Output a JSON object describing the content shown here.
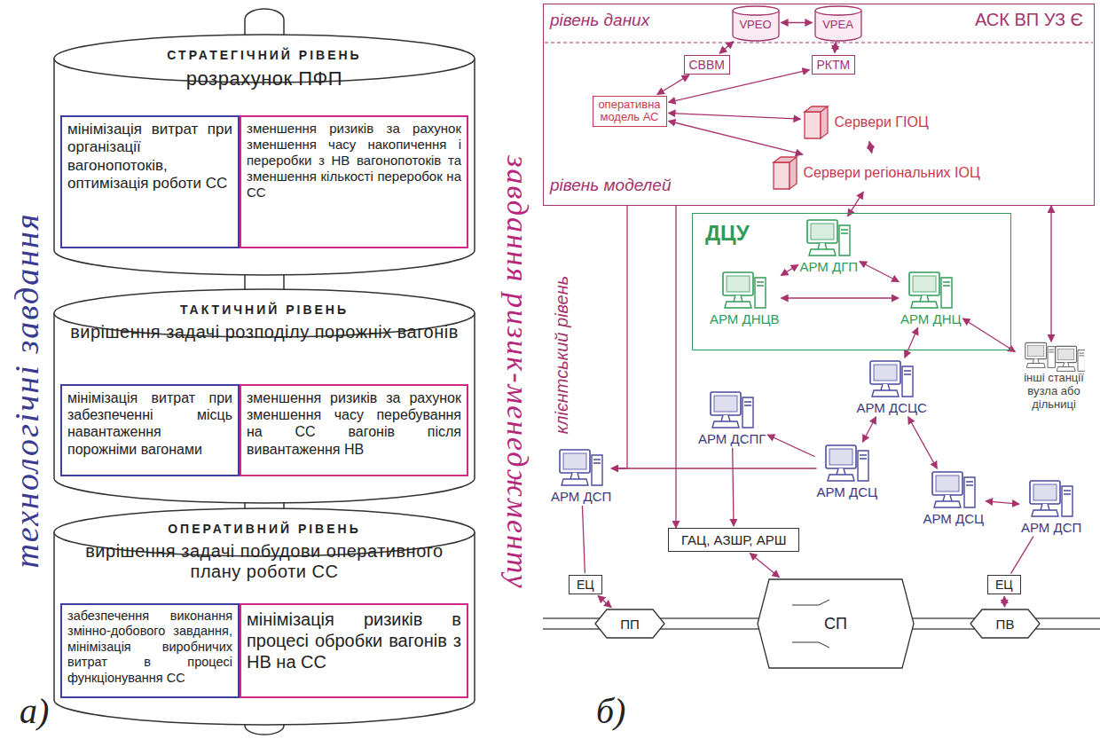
{
  "diagram": {
    "nodes": [
      {
        "text": [
          "СТРАТЕГІЧНИЙ РІВЕНЬ",
          "розрахунок ПФП"
        ]
      },
      {
        "text": [
          "мінімізація витрат при організації вагонопотоків, оптимізація роботи СС"
        ],
        "in": 0
      },
      {
        "text": [
          "зменшення ризиків за рахунок зменшення часу накопичення і переробки з НВ вагонопотоків та зменшення кількості переробок на СС"
        ],
        "in": 0
      },
      {
        "text": [
          "ТАКТИЧНИЙ РІВЕНЬ",
          "вирішення задачі розподілу порожніх вагонів"
        ]
      },
      {
        "text": [
          "мінімізація витрат при забезпеченні місць навантаження порожніми вагонами"
        ],
        "in": 3
      },
      {
        "text": [
          "зменшення ризиків за рахунок зменшення часу перебування на СС вагонів після вивантаження НВ"
        ],
        "in": 3
      },
      {
        "text": [
          "ОПЕРАТИВНИЙ РІВЕНЬ",
          "вирішення задачі побудови оперативного плану роботи СС"
        ]
      },
      {
        "text": [
          "забезпечення виконання змінно-добового завдання, мінімізація виробничих витрат в процесі функціонування СС"
        ],
        "in": 6
      },
      {
        "text": [
          "мінімізація ризиків в процесі обробки вагонів з НВ на СС"
        ],
        "in": 6
      },
      {
        "text": [
          "АСК ВП УЗ Є"
        ]
      },
      {
        "text": [
          "VPEO"
        ],
        "in": 9
      },
      {
        "text": [
          "VPEA"
        ],
        "in": 9
      },
      {
        "text": [
          "СВВМ"
        ],
        "in": 9
      },
      {
        "text": [
          "РКТМ"
        ],
        "in": 9
      },
      {
        "text": [
          "оперативна модель АС"
        ],
        "in": 9
      },
      {
        "text": [
          "Сервери ГІОЦ"
        ],
        "in": 9
      },
      {
        "text": [
          "Сервери регіональних ІОЦ"
        ],
        "in": 9
      },
      {
        "text": [
          "ДЦУ"
        ]
      },
      {
        "text": [
          "АРМ ДГП"
        ],
        "in": 17
      },
      {
        "text": [
          "АРМ ДНЦВ"
        ],
        "in": 17
      },
      {
        "text": [
          "АРМ ДНЦ"
        ],
        "in": 17
      },
      {
        "text": [
          "інші станції вузла або дільниці"
        ]
      },
      {
        "text": [
          "АРМ ДСЦС"
        ]
      },
      {
        "text": [
          "АРМ ДСПГ"
        ]
      },
      {
        "text": [
          "АРМ ДСЦ"
        ]
      },
      {
        "text": [
          "АРМ ДСЦ"
        ]
      },
      {
        "text": [
          "АРМ ДСП"
        ]
      },
      {
        "text": [
          "ГАЦ, АЗШР, АРШ"
        ]
      },
      {
        "text": [
          "АРМ ДСП"
        ]
      },
      {
        "text": [
          "ЕЦ"
        ]
      },
      {
        "text": [
          "ЕЦ"
        ]
      },
      {
        "text": [
          "ПП"
        ]
      },
      {
        "text": [
          "СП"
        ]
      },
      {
        "text": [
          "ПВ"
        ]
      }
    ],
    "edges": [
      {
        "from": 10,
        "to": 11,
        "arrow": "both"
      },
      {
        "from": 12,
        "to": 10,
        "arrow": "both"
      },
      {
        "from": 13,
        "to": 11,
        "arrow": "both"
      },
      {
        "from": 12,
        "to": 14,
        "arrow": "both"
      },
      {
        "from": 13,
        "to": 14,
        "arrow": "both"
      },
      {
        "from": 14,
        "to": 15,
        "arrow": "both"
      },
      {
        "from": 14,
        "to": 16,
        "arrow": "both"
      },
      {
        "from": 15,
        "to": 16,
        "arrow": "both"
      },
      {
        "from": 16,
        "to": 18,
        "arrow": "both"
      },
      {
        "from": 18,
        "to": 19,
        "arrow": "both"
      },
      {
        "from": 18,
        "to": 20,
        "arrow": "both"
      },
      {
        "from": 19,
        "to": 20,
        "arrow": "both"
      },
      {
        "from": 20,
        "to": 22,
        "arrow": "both"
      },
      {
        "from": 20,
        "to": 21,
        "arrow": "both"
      },
      {
        "from": 22,
        "to": 24,
        "arrow": "both"
      },
      {
        "from": 22,
        "to": 25,
        "arrow": "both"
      },
      {
        "from": 24,
        "to": 23,
        "arrow": "to"
      },
      {
        "from": 24,
        "to": 26,
        "arrow": "to"
      },
      {
        "from": 25,
        "to": 28,
        "arrow": "both"
      },
      {
        "from": 23,
        "to": 27,
        "arrow": "to"
      },
      {
        "from": 9,
        "to": 26,
        "arrow": "to"
      },
      {
        "from": 9,
        "to": 27,
        "arrow": "to"
      },
      {
        "from": 9,
        "to": 21,
        "arrow": "both"
      },
      {
        "from": 26,
        "to": 29,
        "arrow": "none"
      },
      {
        "from": 29,
        "to": 31,
        "arrow": "both"
      },
      {
        "from": 28,
        "to": 30,
        "arrow": "none"
      },
      {
        "from": 30,
        "to": 33,
        "arrow": "both"
      },
      {
        "from": 27,
        "to": 32,
        "arrow": "both"
      }
    ],
    "labels": [
      "технологічні завдання",
      "завдання ризик-менеджменту",
      "а)",
      "б)",
      "рівень даних",
      "рівень моделей",
      "клієнтський рівень"
    ]
  }
}
